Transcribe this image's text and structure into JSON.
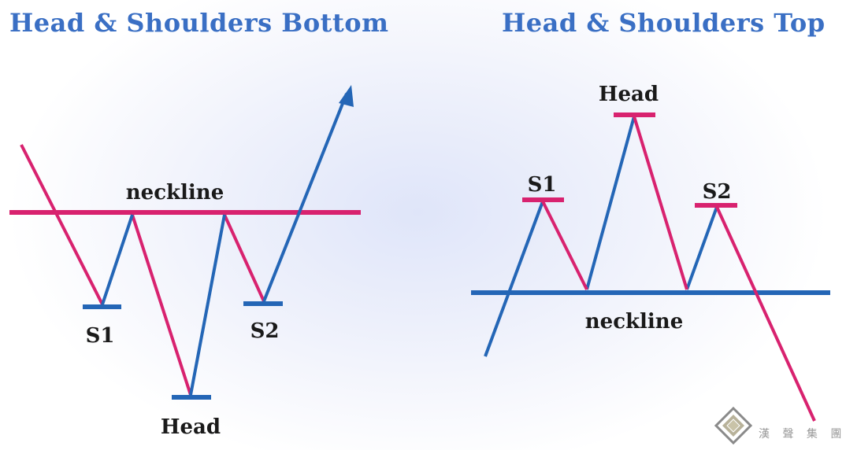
{
  "left_panel": {
    "title": "Head & Shoulders Bottom",
    "neckline_label": "neckline",
    "s1_label": "S1",
    "head_label": "Head",
    "s2_label": "S2"
  },
  "right_panel": {
    "title": "Head & Shoulders Top",
    "neckline_label": "neckline",
    "s1_label": "S1",
    "head_label": "Head",
    "s2_label": "S2"
  },
  "watermark": {
    "text": "漢 聲 集 團"
  },
  "colors": {
    "title": "#3a6fc4",
    "pink": "#d8226f",
    "blue": "#2466b6",
    "label": "#1a1a1a"
  }
}
